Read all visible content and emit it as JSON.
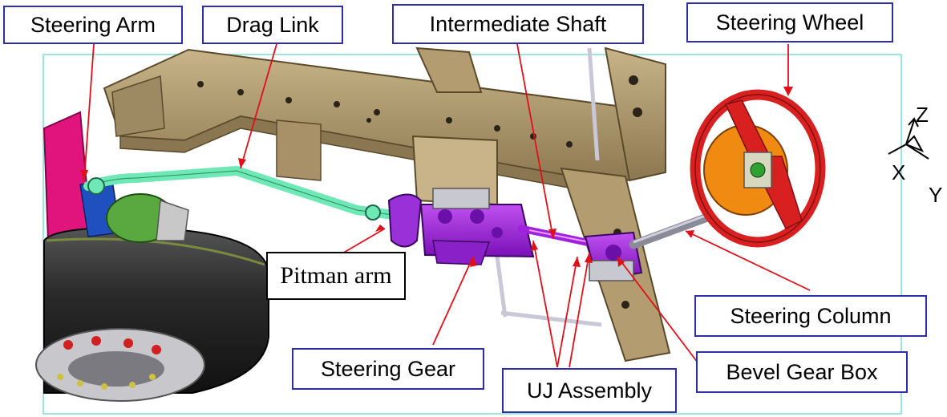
{
  "labels": {
    "steering_arm": "Steering Arm",
    "drag_link": "Drag Link",
    "intermediate_shaft": "Intermediate Shaft",
    "steering_wheel": "Steering Wheel",
    "pitman_arm": "Pitman arm",
    "steering_column": "Steering Column",
    "steering_gear": "Steering Gear",
    "bevel_gear_box": "Bevel Gear Box",
    "uj_assembly": "UJ Assembly"
  },
  "axes": {
    "z": "Z",
    "x": "X",
    "y": "Y"
  },
  "colors": {
    "frame": "#a8936a",
    "frame_dark": "#6e5d3c",
    "drag_link": "#6ee8b4",
    "steering_gear": "#a020e0",
    "wheel_rim": "#d82020",
    "hub_orange": "#f08a10",
    "knuckle_pink": "#e0147c",
    "tire": "#2a2a2a",
    "leader_line": "#e0101a",
    "label_border": "#2e2ea8"
  }
}
